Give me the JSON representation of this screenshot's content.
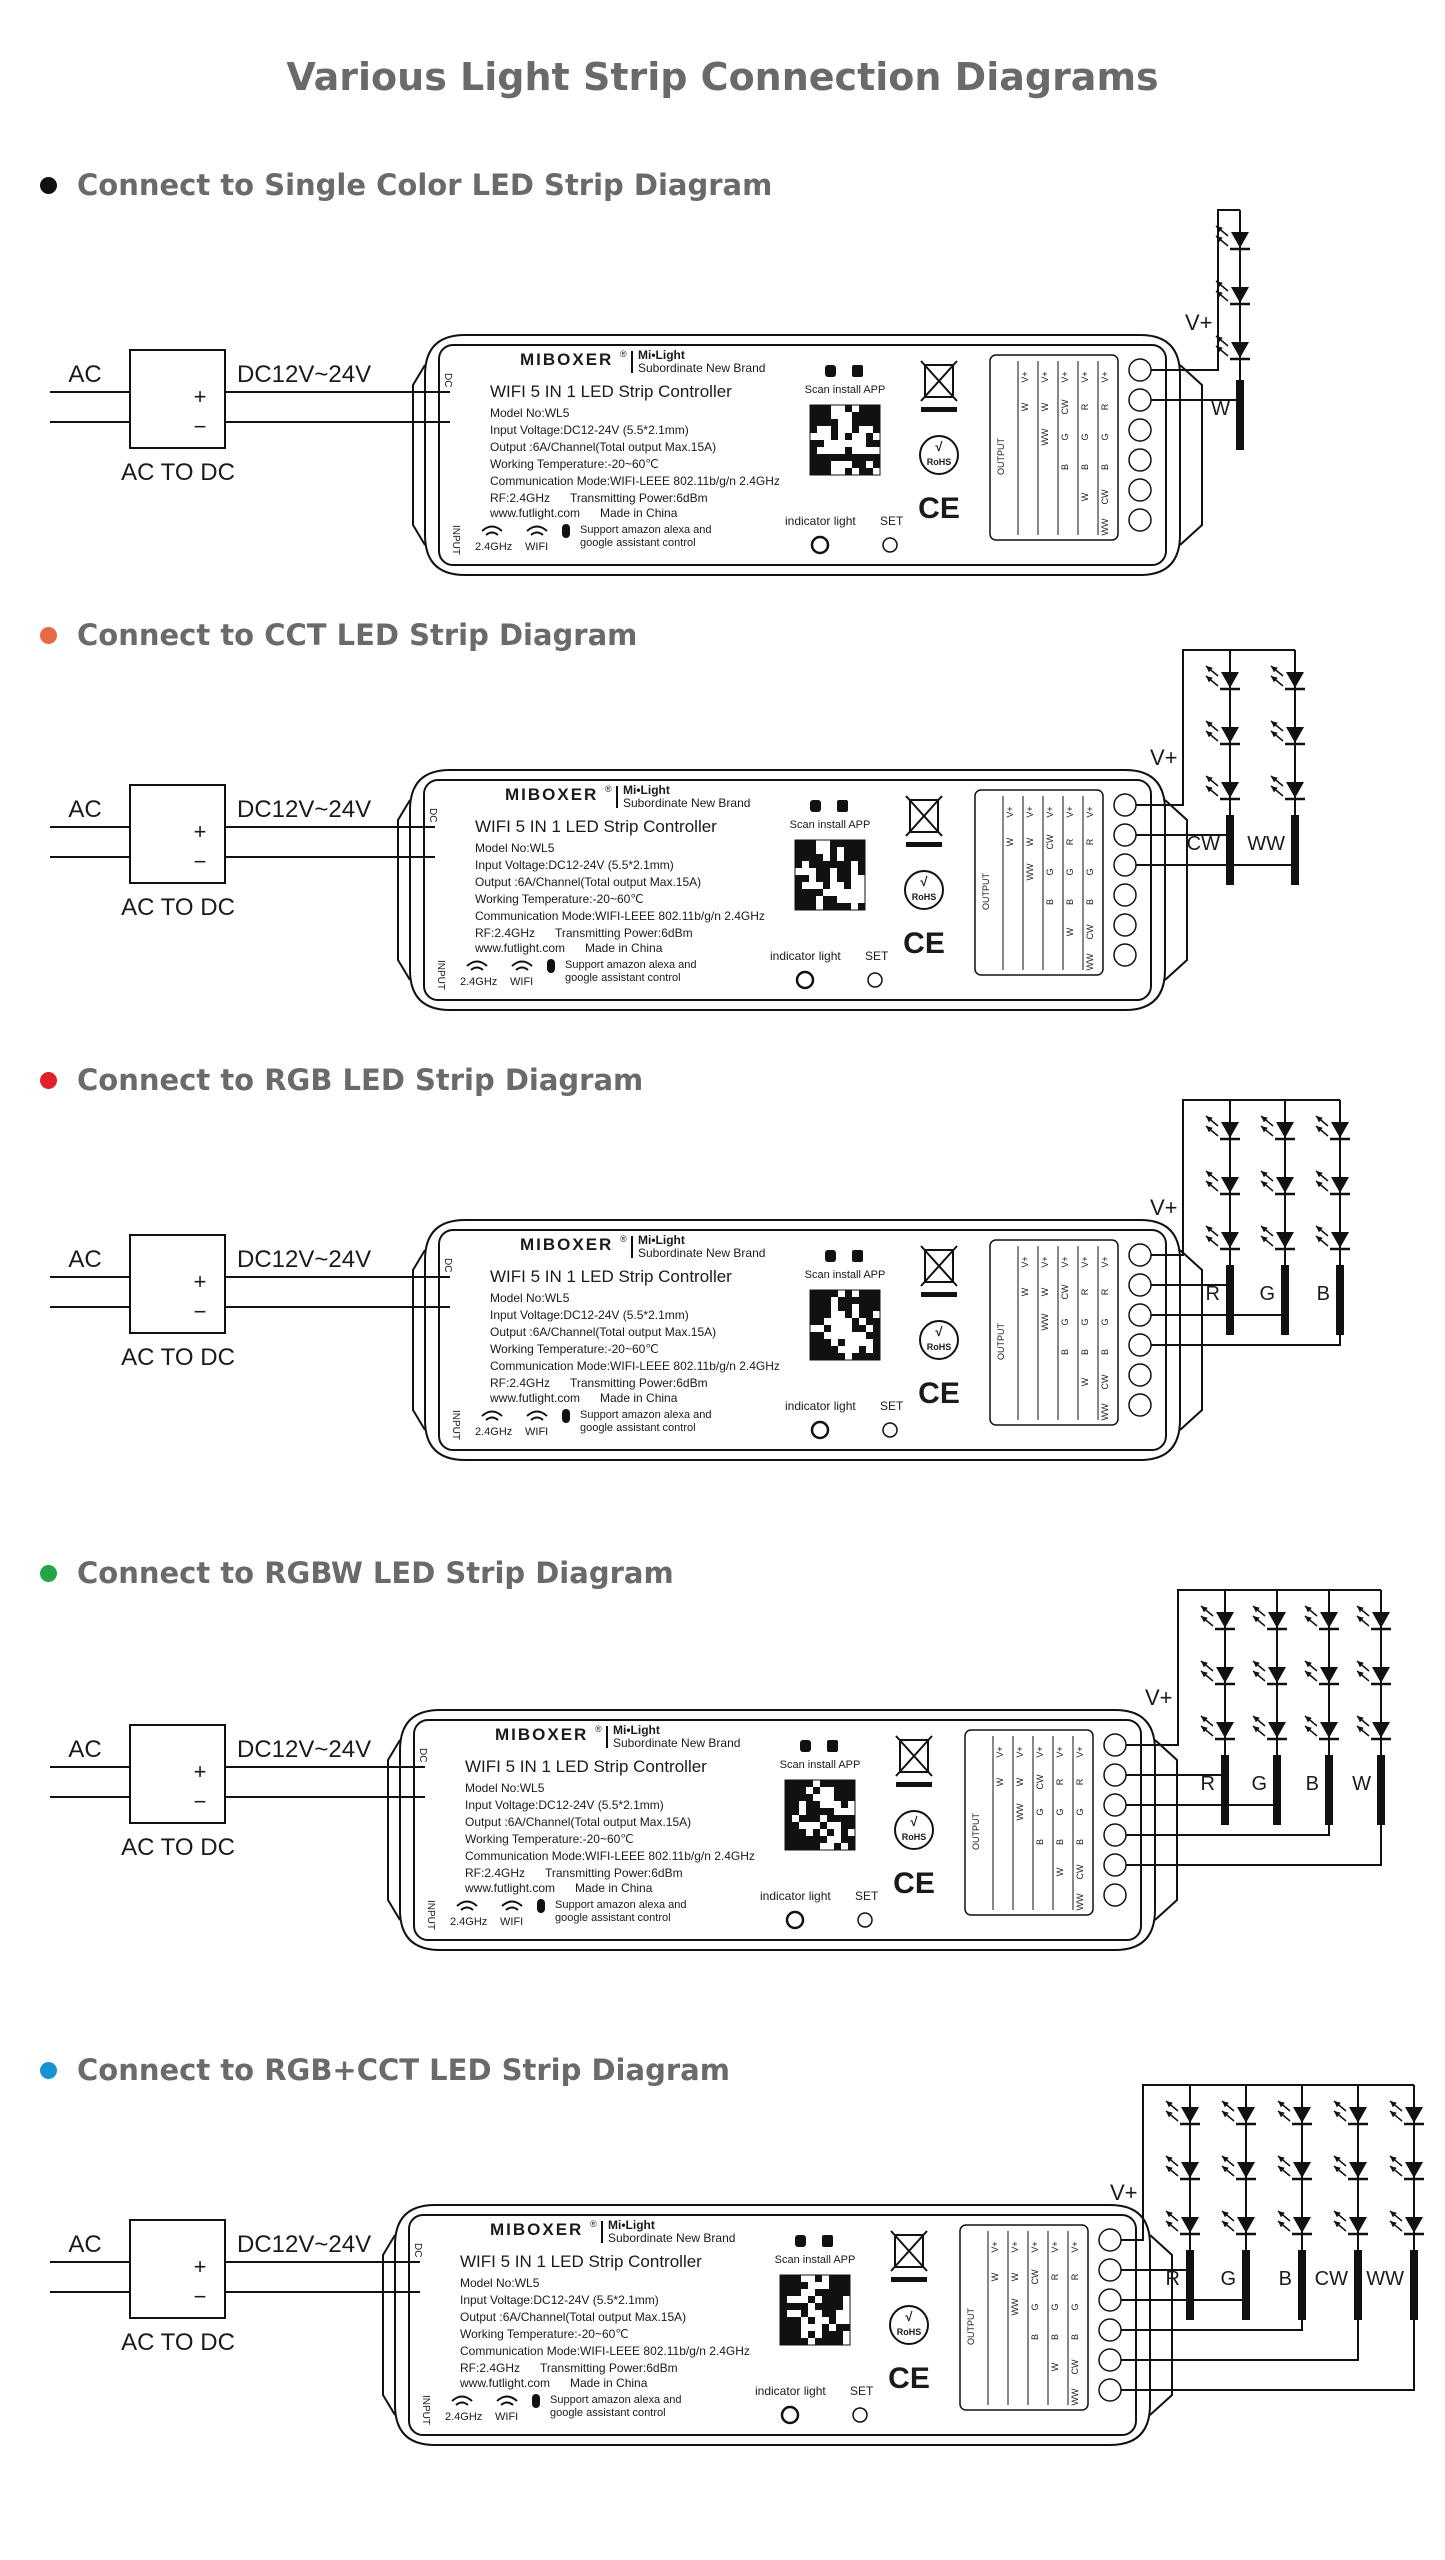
{
  "title": "Various Light Strip Connection Diagrams",
  "common": {
    "ac": "AC",
    "plus": "+",
    "minus": "−",
    "dc": "DC12V~24V",
    "ac_to_dc": "AC TO DC",
    "vplus": "V+",
    "brand": "MIBOXER",
    "brand_reg": "®",
    "sub_brand_1": "Mi•Light",
    "sub_brand_2": "Subordinate New Brand",
    "product": "WIFI 5 IN 1 LED Strip Controller",
    "model": "Model No:WL5",
    "input_voltage": "Input Voltage:DC12-24V (5.5*2.1mm)",
    "output": "Output :6A/Channel(Total output Max.15A)",
    "temperature": "Working Temperature:-20~60℃",
    "communication": "Communication Mode:WIFI-LEEE 802.11b/g/n 2.4GHz",
    "rf": "RF:2.4GHz",
    "tx_power": "Transmitting Power:6dBm",
    "website": "www.futlight.com",
    "made_in": "Made in China",
    "support_1": "Support amazon alexa and",
    "support_2": "google assistant control",
    "ghz": "2.4GHz",
    "wifi": "WIFI",
    "scan": "Scan install APP",
    "indicator": "indicator light",
    "set": "SET",
    "input_label": "INPUT",
    "dc_label": "DC",
    "output_label": "OUTPUT",
    "ce": "CE",
    "rohs": "RoHS",
    "check": "√",
    "table": [
      [
        "V+",
        "V+",
        "V+",
        "V+",
        "V+"
      ],
      [
        "W",
        "W",
        "CW",
        "R",
        "R"
      ],
      [
        "",
        "WW",
        "G",
        "G",
        "G"
      ],
      [
        "",
        "",
        "B",
        "B",
        "B"
      ],
      [
        "",
        "",
        "",
        "W",
        "CW"
      ],
      [
        "",
        "",
        "",
        "",
        "WW"
      ]
    ]
  },
  "sections": [
    {
      "heading": "Connect to Single Color LED Strip Diagram",
      "dot_color": "#111111",
      "strips": [
        "W"
      ]
    },
    {
      "heading": "Connect to CCT LED Strip Diagram",
      "dot_color": "#e66a45",
      "strips": [
        "CW",
        "WW"
      ]
    },
    {
      "heading": "Connect to RGB LED Strip Diagram",
      "dot_color": "#e0202a",
      "strips": [
        "R",
        "G",
        "B"
      ]
    },
    {
      "heading": "Connect to RGBW LED Strip Diagram",
      "dot_color": "#22a447",
      "strips": [
        "R",
        "G",
        "B",
        "W"
      ]
    },
    {
      "heading": "Connect to RGB+CCT LED Strip Diagram",
      "dot_color": "#1993d4",
      "strips": [
        "R",
        "G",
        "B",
        "CW",
        "WW"
      ]
    }
  ]
}
